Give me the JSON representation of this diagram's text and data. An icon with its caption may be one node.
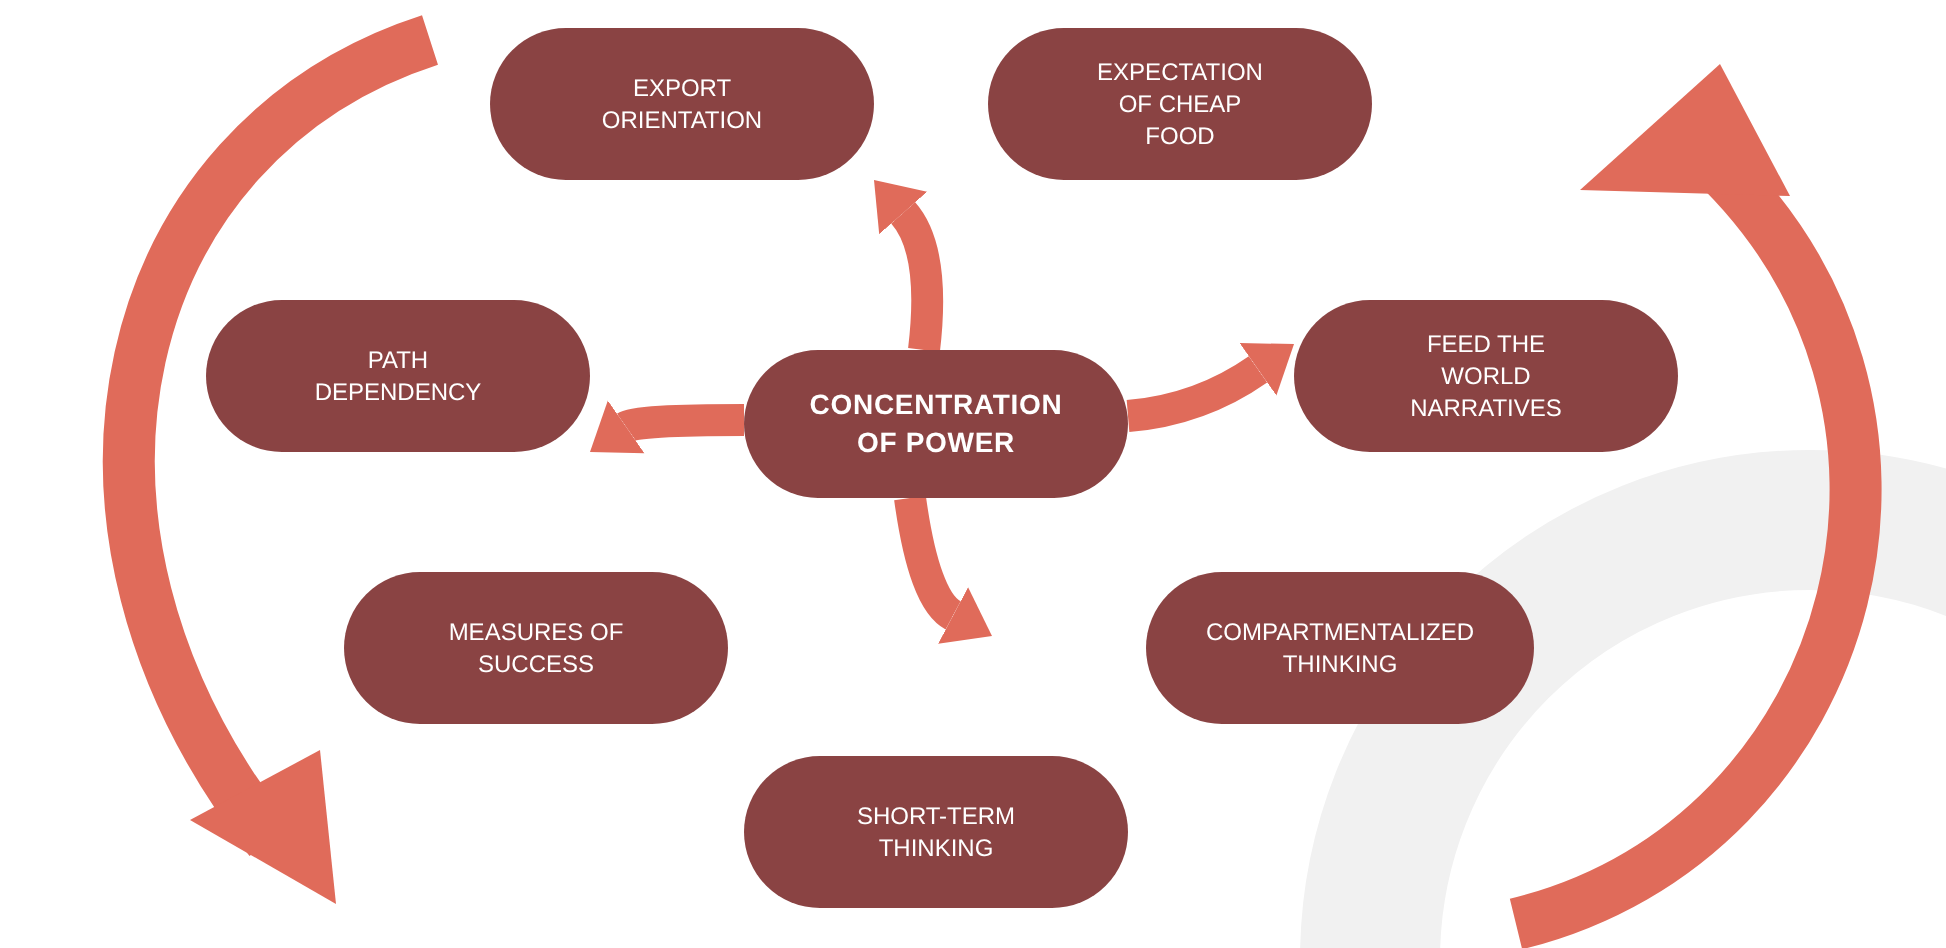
{
  "diagram": {
    "nodes": [
      {
        "text": [
          "CONCENTRATION OF POWER"
        ]
      },
      {
        "text": [
          "EXPORT ORIENTATION"
        ]
      },
      {
        "text": [
          "EXPECTATION OF CHEAP FOOD"
        ]
      },
      {
        "text": [
          "PATH DEPENDENCY"
        ]
      },
      {
        "text": [
          "FEED THE WORLD NARRATIVES"
        ]
      },
      {
        "text": [
          "MEASURES OF SUCCESS"
        ]
      },
      {
        "text": [
          "COMPARTMENTALIZED THINKING"
        ]
      },
      {
        "text": [
          "SHORT-TERM THINKING"
        ]
      }
    ],
    "edges": [
      {
        "from": 0,
        "to": 1,
        "arrow": "to"
      },
      {
        "from": 0,
        "to": 4,
        "arrow": "to"
      },
      {
        "from": 0,
        "to": 3,
        "arrow": "to"
      },
      {
        "from": 0,
        "to": null,
        "arrow": "to"
      }
    ]
  }
}
